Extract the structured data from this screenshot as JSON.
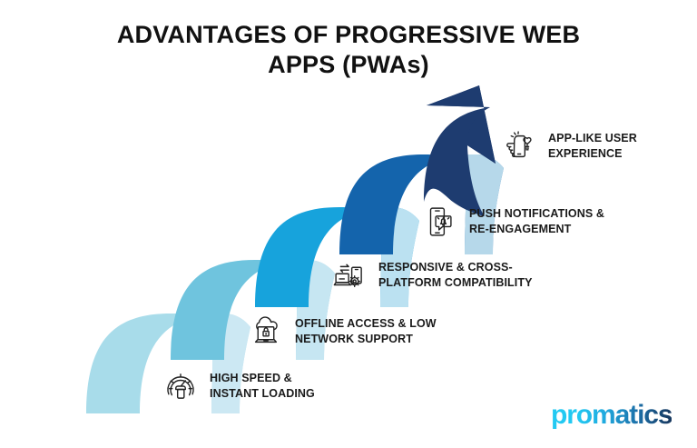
{
  "title": {
    "line1": "ADVANTAGES OF PROGRESSIVE WEB",
    "line2": "APPS (PWAs)",
    "full": "ADVANTAGES OF PROGRESSIVE WEB APPS (PWAs)"
  },
  "steps": [
    {
      "index": 1,
      "label": "HIGH SPEED &\nINSTANT LOADING",
      "icon": "speedometer-icon",
      "band_color": "#A8DCEA"
    },
    {
      "index": 2,
      "label": "OFFLINE ACCESS & LOW\nNETWORK SUPPORT",
      "icon": "cloud-lock-laptop-icon",
      "band_color": "#6FC4DE"
    },
    {
      "index": 3,
      "label": "RESPONSIVE & CROSS-\nPLATFORM COMPATIBILITY",
      "icon": "devices-gear-icon",
      "band_color": "#17A3DC"
    },
    {
      "index": 4,
      "label": "PUSH NOTIFICATIONS &\nRE-ENGAGEMENT",
      "icon": "phone-bell-icon",
      "band_color": "#1464AC"
    },
    {
      "index": 5,
      "label": "APP-LIKE USER\nEXPERIENCE",
      "icon": "hand-phone-heart-icon",
      "band_color": "#1E3C70"
    }
  ],
  "logo": {
    "text": "promatics",
    "gradient_start": "#22C9F2",
    "gradient_end": "#17375E"
  },
  "colors": {
    "background": "#FFFFFF",
    "title": "#111111",
    "label": "#1A1A1A",
    "icon_stroke": "#222222",
    "band_1": "#A8DCEA",
    "band_2": "#6FC4DE",
    "band_3": "#17A3DC",
    "band_4": "#1464AC",
    "band_5": "#1E3C70",
    "tip_overlay": "#CFE9F4"
  }
}
